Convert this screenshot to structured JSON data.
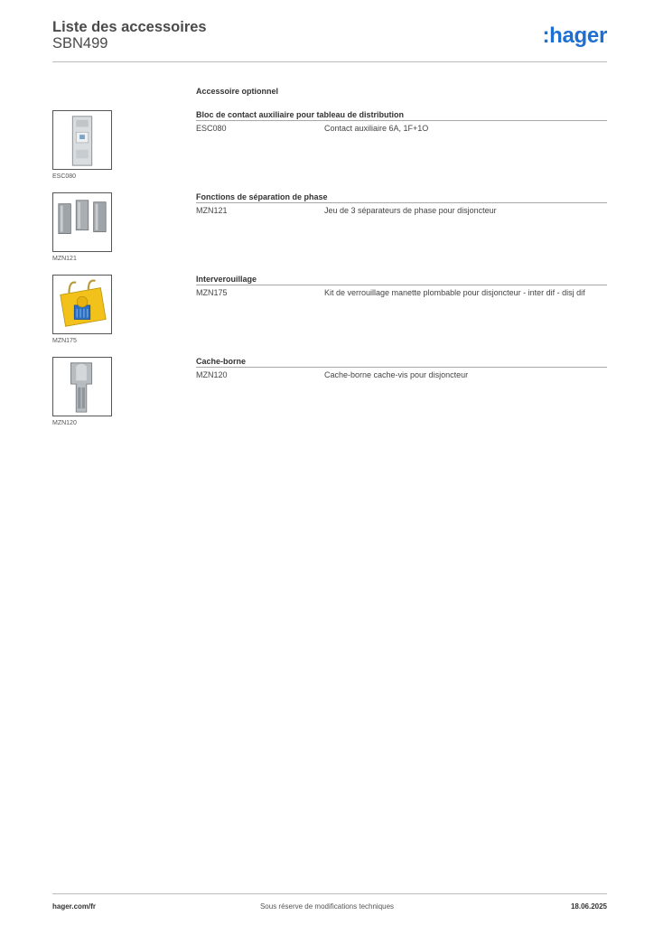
{
  "header": {
    "title": "Liste des accessoires",
    "subtitle": "SBN499",
    "logo_text": ":hager",
    "brand_color": "#1d6fd2"
  },
  "section_title": "Accessoire optionnel",
  "groups": [
    {
      "title": "Bloc de contact auxiliaire pour tableau de distribution",
      "ref": "ESC080",
      "description": "Contact auxiliaire 6A, 1F+1O",
      "image_caption": "ESC080",
      "image_icon": "auxiliary-contact-icon"
    },
    {
      "title": "Fonctions de séparation de phase",
      "ref": "MZN121",
      "description": "Jeu de 3 séparateurs de phase pour disjoncteur",
      "image_caption": "MZN121",
      "image_icon": "phase-separator-icon"
    },
    {
      "title": "Interverouillage",
      "ref": "MZN175",
      "description": "Kit de verrouillage manette plombable pour disjoncteur - inter dif - disj dif",
      "image_caption": "MZN175",
      "image_icon": "lock-kit-icon"
    },
    {
      "title": "Cache-borne",
      "ref": "MZN120",
      "description": "Cache-borne cache-vis pour disjoncteur",
      "image_caption": "MZN120",
      "image_icon": "terminal-cover-icon"
    }
  ],
  "footer": {
    "website": "hager.com/fr",
    "notice": "Sous réserve de modifications techniques",
    "date": "18.06.2025"
  }
}
